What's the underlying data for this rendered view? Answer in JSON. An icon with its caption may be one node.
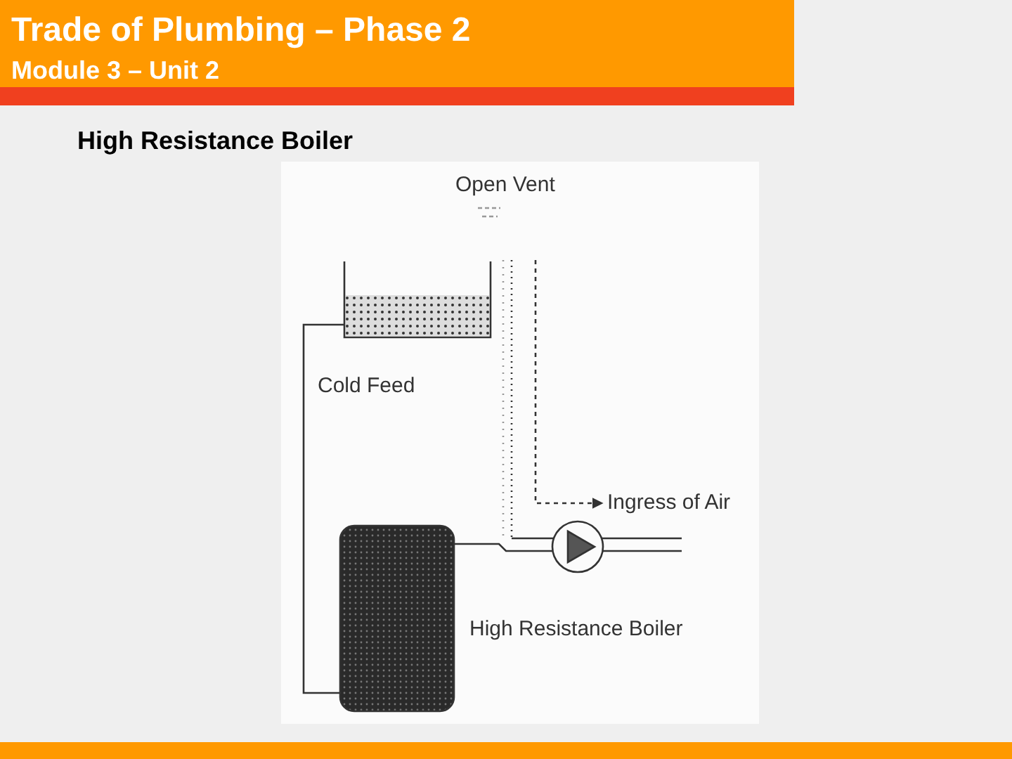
{
  "diagram": {
    "title": "Trade of Plumbing – Phase 2",
    "labels": [
      "Module 3 – Unit 2",
      "High Resistance Boiler",
      "Open Vent",
      "Cold Feed",
      "Ingress of Air",
      "High Resistance Boiler"
    ]
  }
}
